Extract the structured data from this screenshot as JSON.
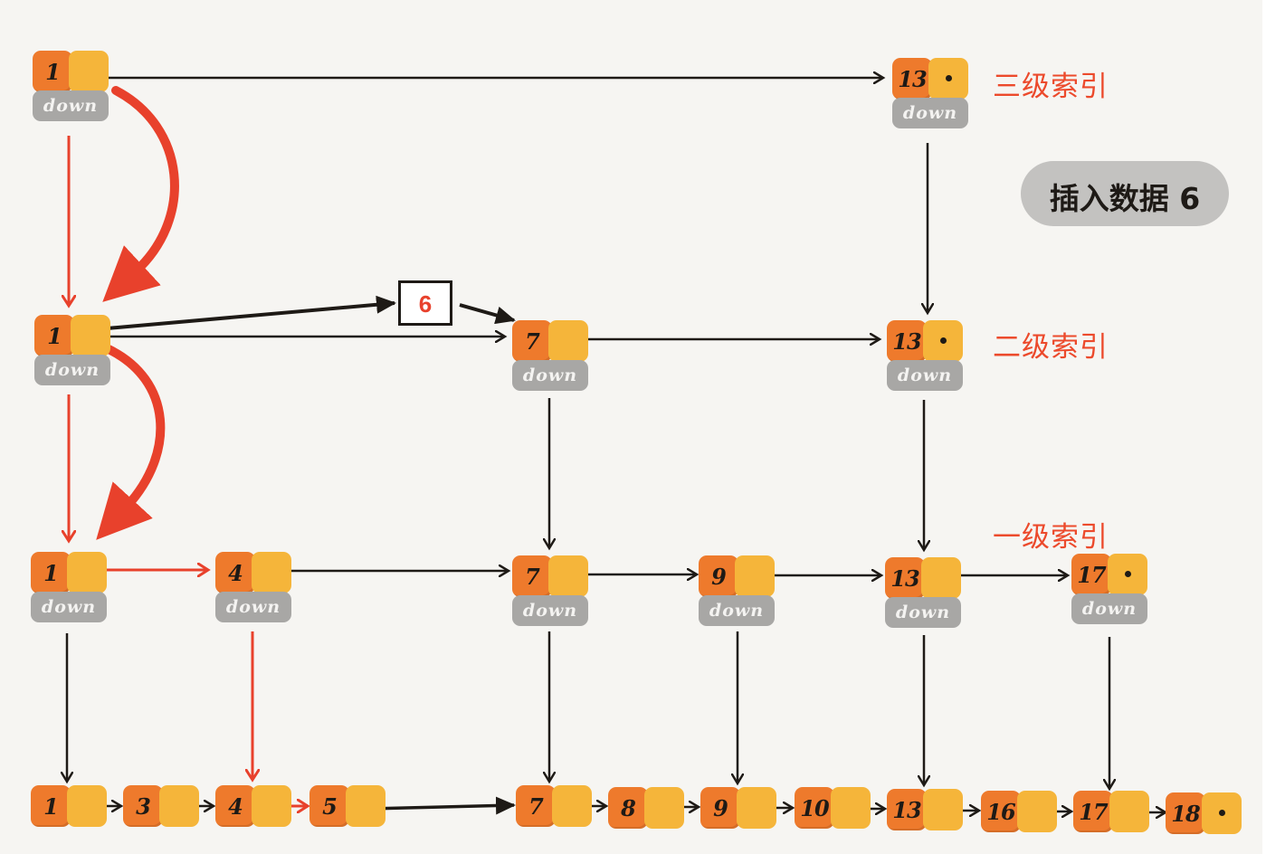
{
  "level_labels": {
    "level3": "三级索引",
    "level2": "二级索引",
    "level1": "一级索引"
  },
  "insert_caption": "插入数据 6",
  "new_value": "6",
  "down_label": "down",
  "levels": {
    "level3": [
      "1",
      "13"
    ],
    "level2": [
      "1",
      "7",
      "13"
    ],
    "level1": [
      "1",
      "4",
      "7",
      "9",
      "13",
      "17"
    ],
    "base": [
      "1",
      "3",
      "4",
      "5",
      "7",
      "8",
      "9",
      "10",
      "13",
      "16",
      "17",
      "18"
    ]
  },
  "colors": {
    "key_cell": "#ee7a2c",
    "next_cell": "#f5b53a",
    "down_cell": "#a8a7a5",
    "search_path": "#e8412c",
    "arrow": "#1e1a16",
    "label": "#ec4a2c",
    "background": "#f6f5f2"
  }
}
